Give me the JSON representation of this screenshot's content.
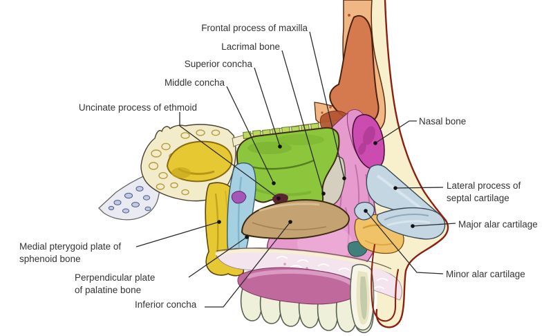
{
  "labels": {
    "frontal_process_of_maxilla": "Frontal process of maxilla",
    "lacrimal_bone": "Lacrimal bone",
    "superior_concha": "Superior concha",
    "middle_concha": "Middle concha",
    "uncinate_process_of_ethmoid": "Uncinate process of ethmoid",
    "nasal_bone": "Nasal bone",
    "lateral_process_line1": "Lateral process of",
    "lateral_process_line2": "septal cartilage",
    "major_alar_cartilage": "Major alar cartilage",
    "minor_alar_cartilage": "Minor alar cartilage",
    "medial_pterygoid_line1": "Medial pterygoid plate of",
    "medial_pterygoid_line2": "sphenoid bone",
    "perpendicular_plate_line1": "Perpendicular plate",
    "perpendicular_plate_line2": "of palatine bone",
    "inferior_concha": "Inferior concha"
  },
  "colors": {
    "ethmoid_green": "#8cc63c",
    "maxilla_pink": "#e69ace",
    "nasal_bone_magenta": "#cb4bb0",
    "inferior_concha_tan": "#c5a271",
    "palatine_blue": "#a5d0e2",
    "sphenoid_yellow": "#e5c832",
    "lacrimal_gray": "#d5cfc0",
    "cartilage_blue_gray": "#c3d6e2",
    "skin_cream": "#f8f0cc",
    "outline_red": "#8c1f10",
    "label_text": "#333333"
  }
}
